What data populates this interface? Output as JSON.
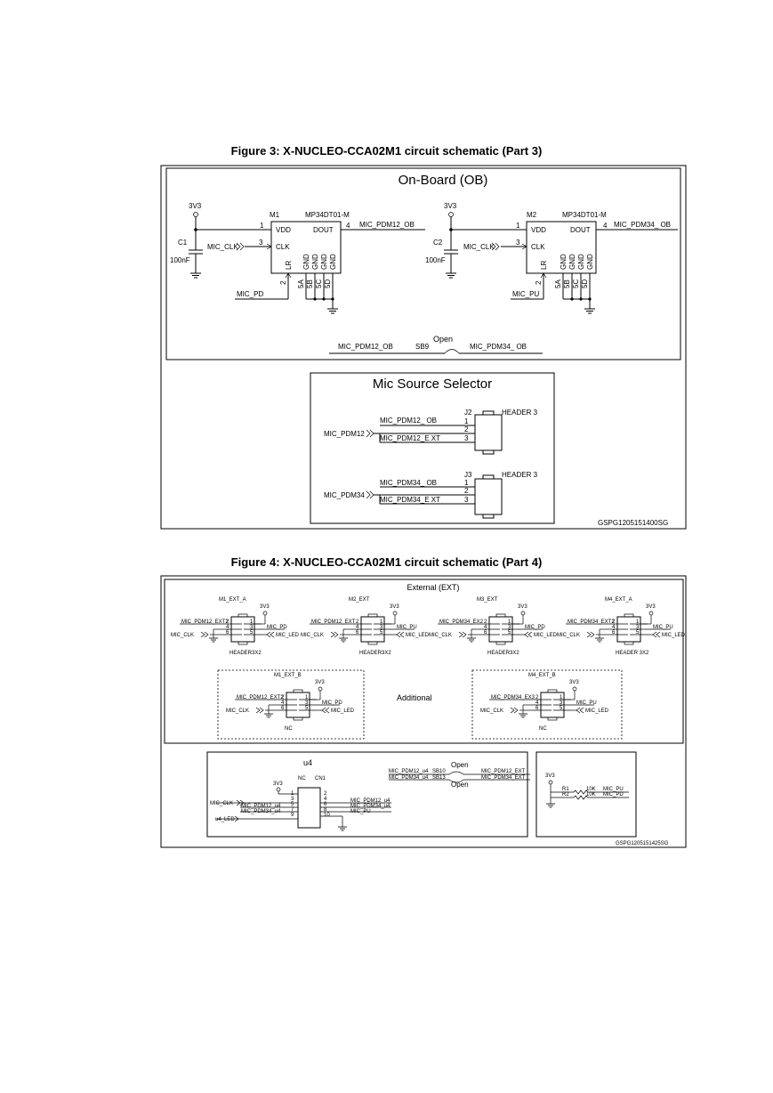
{
  "figure3": {
    "caption": "Figure 3: X-NUCLEO-CCA02M1 circuit schematic (Part 3)",
    "onboard_title": "On-Board (OB)",
    "selector_title": "Mic Source Selector",
    "code": "GSPG1205151400SG",
    "mic1": {
      "power": "3V3",
      "ref": "M1",
      "part": "MP34DT01-M",
      "vdd": "VDD",
      "dout": "DOUT",
      "clk": "CLK",
      "lr": "LR",
      "gnd": "GND",
      "pin1": "1",
      "pin4": "4",
      "pin3": "3",
      "pin2": "2",
      "pin5a": "5A",
      "pin5b": "5B",
      "pin5c": "5C",
      "pin5d": "5D",
      "out_net": "MIC_PDM12_OB",
      "clk_net": "MIC_CLK",
      "lr_net": "MIC_PD",
      "cap_ref": "C1",
      "cap_val": "100nF"
    },
    "mic2": {
      "power": "3V3",
      "ref": "M2",
      "part": "MP34DT01-M",
      "vdd": "VDD",
      "dout": "DOUT",
      "clk": "CLK",
      "lr": "LR",
      "gnd": "GND",
      "pin1": "1",
      "pin4": "4",
      "pin3": "3",
      "pin2": "2",
      "pin5a": "5A",
      "pin5b": "5B",
      "pin5c": "5C",
      "pin5d": "5D",
      "out_net": "MIC_PDM34_ OB",
      "clk_net": "MIC_CLK",
      "lr_net": "MIC_PU",
      "cap_ref": "C2",
      "cap_val": "100nF"
    },
    "sb9": {
      "left": "MIC_PDM12_OB",
      "ref": "SB9",
      "state": "Open",
      "right": "MIC_PDM34_ OB"
    },
    "j2": {
      "ref": "J2",
      "type": "HEADER 3",
      "input": "MIC_PDM12",
      "net1": "MIC_PDM12_ OB",
      "net3": "MIC_PDM12_E XT",
      "pins": [
        "1",
        "2",
        "3"
      ]
    },
    "j3": {
      "ref": "J3",
      "type": "HEADER 3",
      "input": "MIC_PDM34",
      "net1": "MIC_PDM34_ OB",
      "net3": "MIC_PDM34_E XT",
      "pins": [
        "1",
        "2",
        "3"
      ]
    }
  },
  "figure4": {
    "caption": "Figure 4: X-NUCLEO-CCA02M1 circuit schematic (Part 4)",
    "external_title": "External (EXT)",
    "additional_label": "Additional",
    "code": "GSPG1205151425SG",
    "headers": [
      {
        "ref": "M1_EXT_A",
        "power": "3V3",
        "in_net": "MIC_PDM12_EXT2",
        "pwr_net": "MIC_PD",
        "led_net": "MIC_LED",
        "clk_net": "MIC_CLK",
        "type": "HEADER3X2",
        "pins_l": [
          "2",
          "4",
          "6"
        ],
        "pins_r": [
          "1",
          "3",
          "5"
        ]
      },
      {
        "ref": "M2_EXT",
        "power": "3V3",
        "in_net": "MIC_PDM12_EXT",
        "pwr_net": "MIC_PU",
        "led_net": "MIC_LED",
        "clk_net": "MIC_CLK",
        "type": "HEADER3X2",
        "pins_l": [
          "2",
          "4",
          "6"
        ],
        "pins_r": [
          "1",
          "3",
          "5"
        ]
      },
      {
        "ref": "M3_EXT",
        "power": "3V3",
        "in_net": "MIC_PDM34_EX2",
        "pwr_net": "MIC_PD",
        "led_net": "MIC_LED",
        "clk_net": "MIC_CLK",
        "type": "HEADER3X2",
        "pins_l": [
          "2",
          "4",
          "6"
        ],
        "pins_r": [
          "1",
          "3",
          "5"
        ]
      },
      {
        "ref": "M4_EXT_A",
        "power": "3V3",
        "in_net": "MIC_PDM34_EXT2",
        "pwr_net": "MIC_PU",
        "led_net": "MIC_LED",
        "clk_net": "MIC_CLK",
        "type": "HEADER 3X2",
        "pins_l": [
          "2",
          "4",
          "6"
        ],
        "pins_r": [
          "1",
          "3",
          "5"
        ]
      }
    ],
    "additional": [
      {
        "ref": "M1_EXT_B",
        "power": "3V3",
        "in_net": "MIC_PDM12_EXT2",
        "pwr_net": "MIC_PD",
        "led_net": "MIC_LED",
        "clk_net": "MIC_CLK",
        "note": "NC",
        "pins_l": [
          "2",
          "4",
          "6"
        ],
        "pins_r": [
          "1",
          "3",
          "5"
        ]
      },
      {
        "ref": "M4_EXT_B",
        "power": "3V3",
        "in_net": "MIC_PDM34_EX3",
        "pwr_net": "MIC_PU",
        "led_net": "MIC_LED",
        "clk_net": "MIC_CLK",
        "note": "NC",
        "pins_l": [
          "2",
          "4",
          "6"
        ],
        "pins_r": [
          "1",
          "3",
          "5"
        ]
      }
    ],
    "u4": {
      "title": "u4",
      "nc": "NC",
      "ref": "CN1",
      "power": "3V3",
      "clk_net": "MIC_CLK",
      "in12": "MIC_PDM12_u4",
      "in34": "MIC_PDM34_u4",
      "led_net": "u4_LED",
      "out12": "MIC_PDM12_u4",
      "out34": "MIC_PDM34_u4",
      "out_pu": "MIC_PU",
      "pins_l": [
        "1",
        "3",
        "5",
        "7",
        "9"
      ],
      "pins_r": [
        "2",
        "4",
        "6",
        "8",
        "10"
      ]
    },
    "sb_links": {
      "row1_left": "MIC_PDM12_u4",
      "row1_ref": "SB10",
      "row1_right": "MIC_PDM12_EXT",
      "row2_left": "MIC_PDM34_u4",
      "row2_ref": "SB13",
      "row2_right": "MIC_PDM34_EXT",
      "state": "Open"
    },
    "resistors": {
      "power": "3V3",
      "r1": "R1",
      "r1_val": "10K",
      "r1_net": "MIC_PU",
      "r2": "R2",
      "r2_val": "10K",
      "r2_net": "MIC_PD"
    }
  }
}
